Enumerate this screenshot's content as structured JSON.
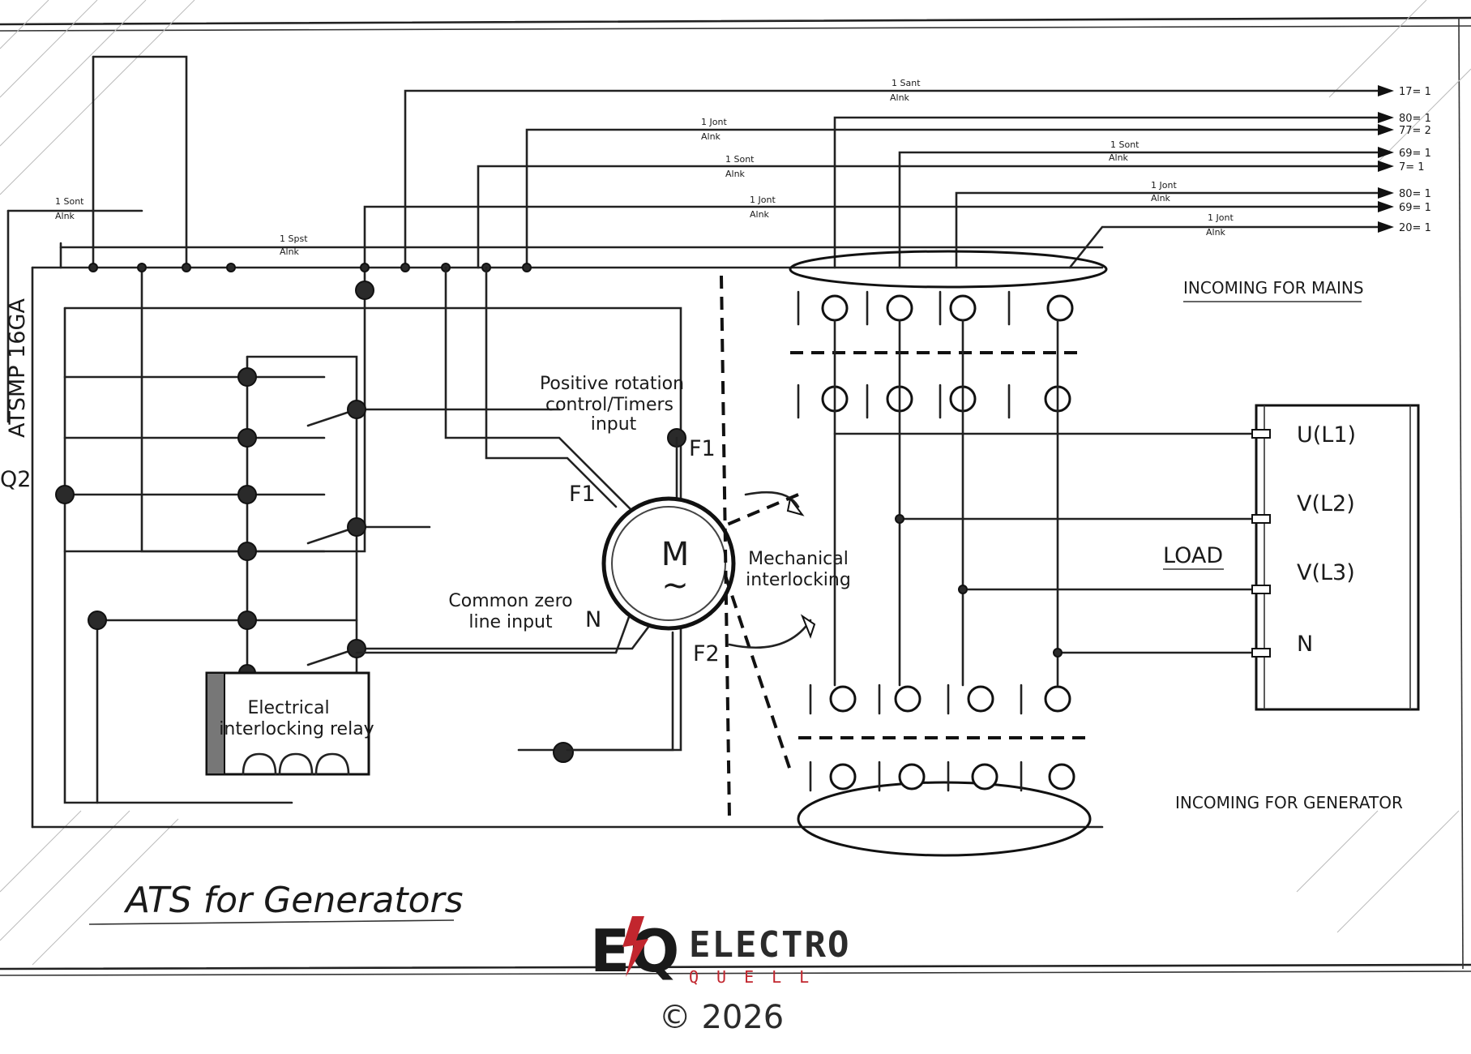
{
  "title": "ATS for Generators",
  "device_label": "ATSMP 16GA",
  "side_label": "Q2",
  "labels": {
    "positive_rotation": [
      "Positive rotation",
      "control/Timers",
      "input"
    ],
    "common_zero": [
      "Common zero",
      "line input"
    ],
    "electrical_interlocking": [
      "Electrical",
      "interlocking relay"
    ],
    "mechanical_interlocking": [
      "Mechanical",
      "interlocking"
    ],
    "motor_symbol": [
      "M",
      "~"
    ],
    "f1_left": "F1",
    "f1_right": "F1",
    "f2": "F2",
    "n_motor": "N",
    "incoming_mains": "INCOMING FOR MAINS",
    "incoming_generator": "INCOMING FOR GENERATOR",
    "load": "LOAD",
    "phases": [
      "U(L1)",
      "V(L2)",
      "V(L3)",
      "N"
    ]
  },
  "outputs": [
    "17= 1",
    "80= 1",
    "77= 2",
    "69= 1",
    "7= 1",
    "80= 1",
    "69= 1",
    "20= 1"
  ],
  "cable_labels": [
    {
      "line1": "1 Sant",
      "line2": "Alnk"
    },
    {
      "line1": "1 Jont",
      "line2": "Alnk"
    },
    {
      "line1": "1 Sont",
      "line2": "Alnk"
    },
    {
      "line1": "1 Sont",
      "line2": "Alnk"
    },
    {
      "line1": "1 Jont",
      "line2": "Alnk"
    },
    {
      "line1": "1 Jont",
      "line2": "Alnk"
    },
    {
      "line1": "1 Jont",
      "line2": "Alnk"
    },
    {
      "line1": "1 Sont",
      "line2": "Alnk"
    },
    {
      "line1": "1 Spst",
      "line2": "Alnk"
    }
  ],
  "brand": {
    "mark": "EQ",
    "name": "ELECTRO",
    "sub": "QUELL",
    "copyright": "© 2026",
    "colors": {
      "primary": "#2b2b2b",
      "accent": "#c2262e"
    }
  }
}
